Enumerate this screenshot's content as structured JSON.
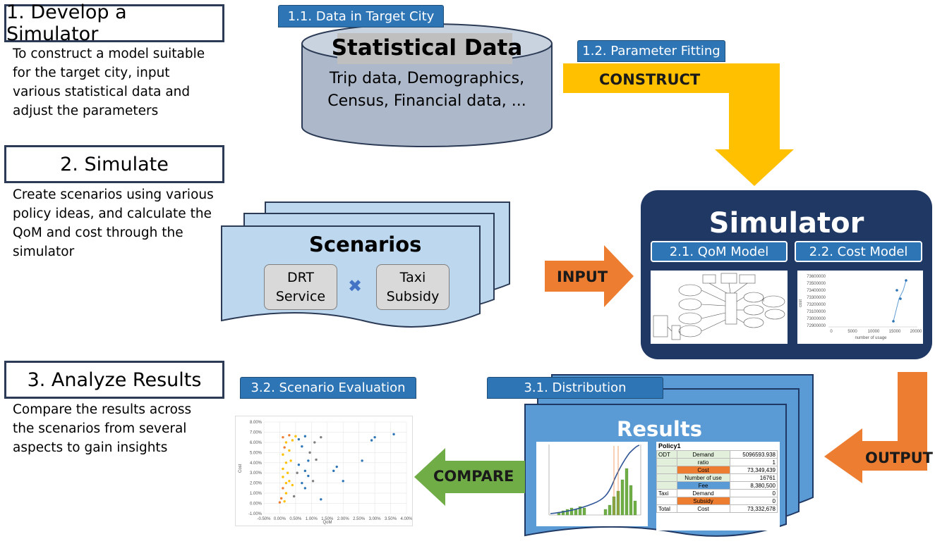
{
  "steps": [
    {
      "title": "1. Develop a Simulator",
      "description": [
        "To construct a model suitable",
        "for the target city, input",
        "various statistical data and",
        "adjust the parameters"
      ]
    },
    {
      "title": "2. Simulate",
      "description": [
        "Create scenarios using various",
        "policy ideas, and calculate the",
        "QoM and cost through the",
        "simulator"
      ]
    },
    {
      "title": "3. Analyze Results",
      "description": [
        "Compare the results across",
        "the scenarios from several",
        "aspects to gain insights"
      ]
    }
  ],
  "data_source": {
    "tab": "1.1. Data in Target City",
    "title": "Statistical Data",
    "lines": [
      "Trip data, Demographics,",
      "Census, Financial data, ..."
    ]
  },
  "fitting": {
    "tab": "1.2. Parameter Fitting",
    "arrow_label": "CONSTRUCT"
  },
  "scenarios": {
    "title": "Scenarios",
    "item1": [
      "DRT",
      "Service"
    ],
    "item2": [
      "Taxi",
      "Subsidy"
    ],
    "operator": "✖"
  },
  "input_label": "INPUT",
  "simulator": {
    "title": "Simulator",
    "qom_label": "2.1. QoM Model",
    "cost_label": "2.2. Cost Model",
    "cost_chart": {
      "y_ticks": [
        "73600000",
        "73500000",
        "73400000",
        "73300000",
        "73200000",
        "73100000",
        "73000000",
        "72900000"
      ],
      "x_ticks": [
        "0",
        "5000",
        "10000",
        "15000",
        "20000"
      ],
      "xlabel": "number of usage",
      "ylabel": "cost"
    }
  },
  "output_label": "OUTPUT",
  "distribution": {
    "tab": "3.1. Distribution",
    "results_title": "Results"
  },
  "policy_table": {
    "title": "Policy1",
    "rows": [
      [
        "ODT",
        "Demand",
        "5096593.938"
      ],
      [
        "",
        "ratio",
        "1"
      ],
      [
        "",
        "Cost",
        "73,349,439"
      ],
      [
        "",
        "Number of use",
        "16761"
      ],
      [
        "",
        "Fee",
        "8,380,500"
      ],
      [
        "Taxi",
        "Demand",
        "0"
      ],
      [
        "",
        "Subsidy",
        "0"
      ],
      [
        "Total",
        "Cost",
        "73,332,678"
      ]
    ]
  },
  "compare_label": "COMPARE",
  "evaluation": {
    "tab": "3.2. Scenario Evaluation",
    "y_ticks": [
      "8.00%",
      "7.00%",
      "6.00%",
      "5.00%",
      "4.00%",
      "3.00%",
      "2.00%",
      "1.00%",
      "0.00%",
      "-1.00%"
    ],
    "x_ticks": [
      "-0.50%",
      "0.00%",
      "0.50%",
      "1.00%",
      "1.50%",
      "2.00%",
      "2.50%",
      "3.00%",
      "3.50%",
      "4.00%"
    ],
    "xlabel": "QoM",
    "ylabel": "Cost"
  },
  "colors": {
    "dark_navy": "#203864",
    "tab_blue": "#2e75b6",
    "light_blue": "#bdd7ee",
    "cylinder": "#adb9ca",
    "construct_yellow": "#ffc000",
    "input_orange": "#ed7d31",
    "compare_green": "#70ad47"
  }
}
